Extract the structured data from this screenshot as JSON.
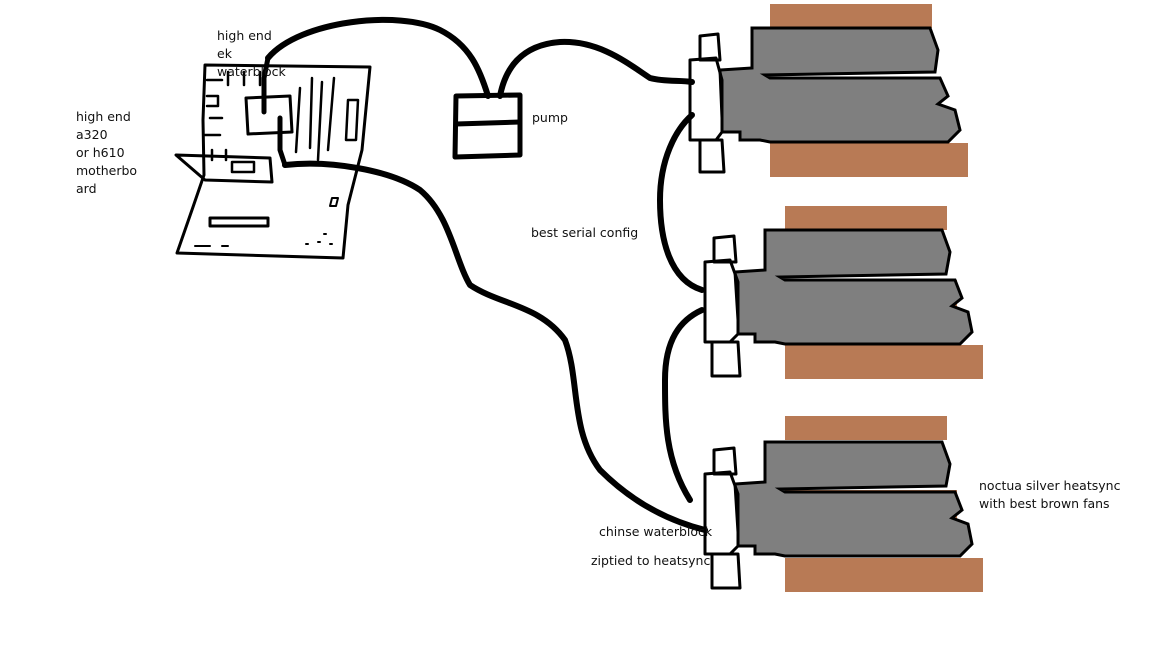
{
  "labels": {
    "motherboard": "high end\na320\nor h610\nmotherbo\nard",
    "waterblock_ek": "high end\nek\nwaterblock",
    "pump": "pump",
    "serial": "best serial config",
    "noctua": "noctua silver heatsync\nwith best brown fans",
    "chinese_block": "chinse waterblock",
    "ziptie": "ziptied to heatsync"
  },
  "colors": {
    "fan": "#b87a55",
    "heatsink": "#7f7f7f",
    "ink": "#000000",
    "background": "#ffffff"
  }
}
